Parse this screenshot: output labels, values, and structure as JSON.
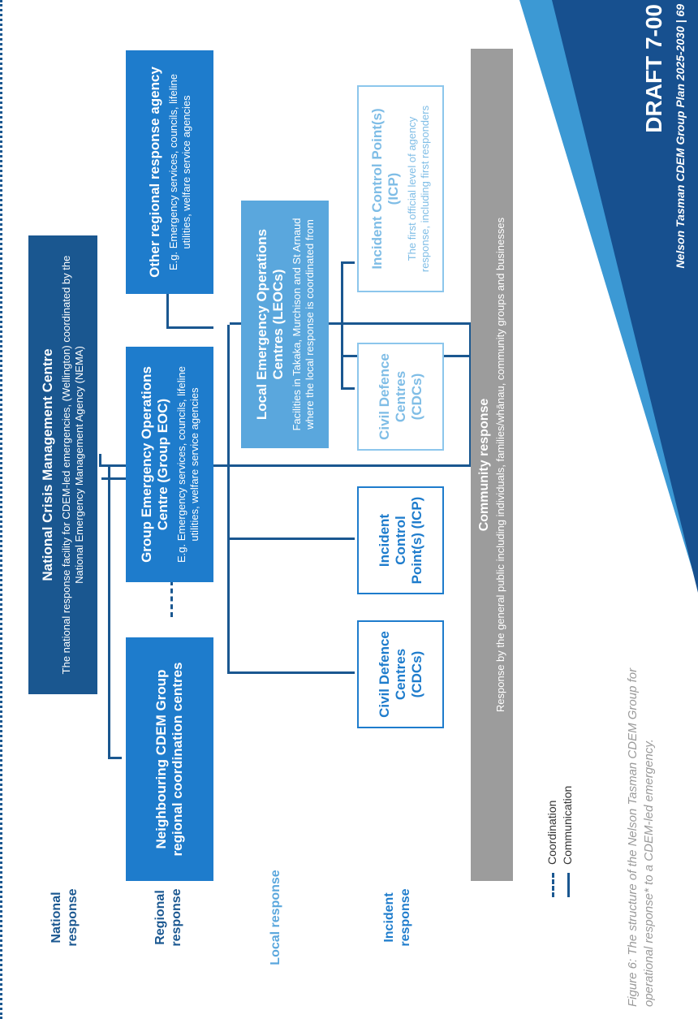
{
  "tiers": {
    "national": "National response",
    "regional": "Regional response",
    "local": "Local response",
    "incident": "Incident response"
  },
  "boxes": {
    "ncmc": {
      "title": "National Crisis Management Centre",
      "desc": "The national response facility for CDEM-led emergencies, (Wellington) coordinated by the National Emergency Management Agency (NEMA)"
    },
    "neighbouring": {
      "title": "Neighbouring CDEM Group regional coordination centres"
    },
    "group_eoc": {
      "title": "Group Emergency Operations Centre (Group EOC)",
      "desc": "E.g. Emergency services, councils, lifeline utilities, welfare service agencies"
    },
    "other_regional": {
      "title": "Other regional response agency",
      "desc": "E.g. Emergency services, councils, lifeline utilities, welfare service agencies"
    },
    "leocs": {
      "title": "Local Emergency Operations Centres (LEOCs)",
      "desc": "Facilities in Takaka, Murchison and St Arnaud where the local response is coordinated from"
    },
    "cdc_a": {
      "title": "Civil Defence Centres (CDCs)"
    },
    "icp_a": {
      "title": "Incident Control Point(s) (ICP)"
    },
    "cdc_b": {
      "title": "Civil Defence Centres (CDCs)"
    },
    "icp_b": {
      "title": "Incident Control Point(s) (ICP)",
      "desc": "The first official level of agency response, including first responders"
    },
    "community": {
      "title": "Community response",
      "desc": "Response by the general public including individuals, families/whānau, community groups and businesses"
    }
  },
  "legend": {
    "coordination": "Coordination",
    "communication": "Communication"
  },
  "caption": {
    "line1": "Figure 6: The structure of the Nelson Tasman CDEM Group for",
    "line2": "operational response* to a CDEM-led emergency."
  },
  "banner": {
    "draft": "DRAFT 7-00",
    "plan": "Nelson Tasman CDEM Group Plan 2025-2030 | 69"
  },
  "colors": {
    "dark_blue": "#1a5790",
    "mid_blue": "#1e7ccc",
    "light_blue": "#5aa7dd",
    "faint_blue": "#8cc6ec",
    "grey": "#9c9c9c"
  }
}
